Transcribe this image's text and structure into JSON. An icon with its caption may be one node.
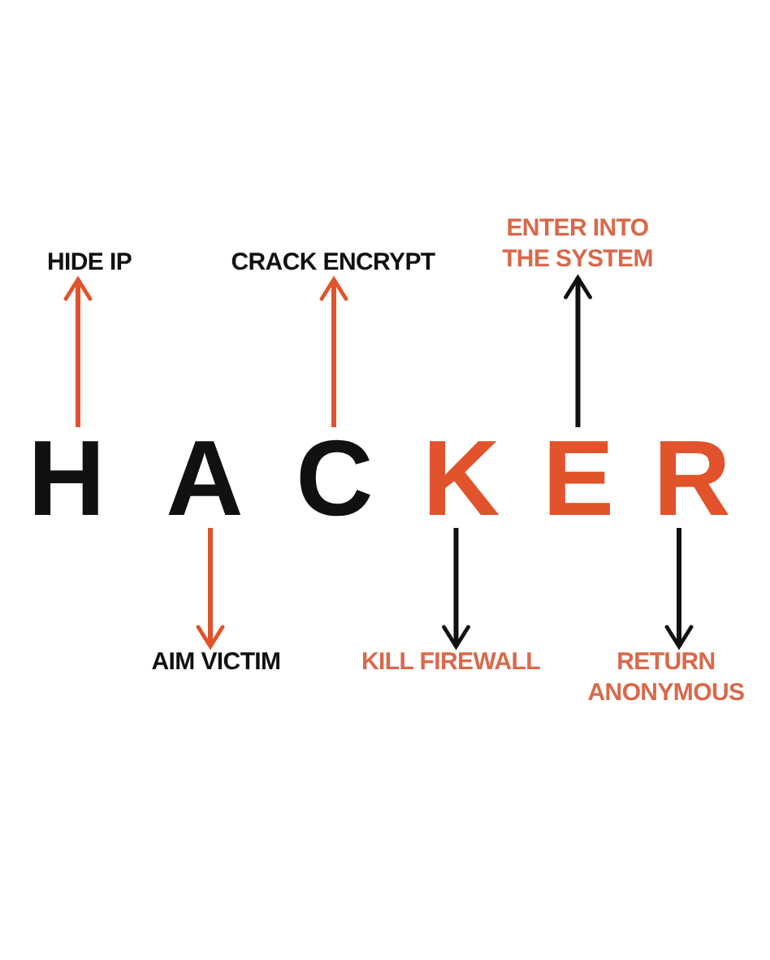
{
  "diagram": {
    "nodes": [
      {
        "text": [
          "HIDE IP"
        ]
      },
      {
        "text": [
          "CRACK ENCRYPT"
        ]
      },
      {
        "text": [
          "ENTER INTO THE SYSTEM"
        ]
      },
      {
        "text": [
          "H"
        ]
      },
      {
        "text": [
          "A"
        ]
      },
      {
        "text": [
          "C"
        ]
      },
      {
        "text": [
          "K"
        ]
      },
      {
        "text": [
          "E"
        ]
      },
      {
        "text": [
          "R"
        ]
      },
      {
        "text": [
          "AIM VICTIM"
        ]
      },
      {
        "text": [
          "KILL FIREWALL"
        ]
      },
      {
        "text": [
          "RETURN ANONYMOUS"
        ]
      }
    ],
    "edges": [
      {
        "from": 3,
        "to": 0,
        "arrow": "to",
        "color": "#e0532b"
      },
      {
        "from": 5,
        "to": 1,
        "arrow": "to",
        "color": "#e0532b"
      },
      {
        "from": 7,
        "to": 2,
        "arrow": "to",
        "color": "#111111"
      },
      {
        "from": 4,
        "to": 9,
        "arrow": "to",
        "color": "#e0532b"
      },
      {
        "from": 6,
        "to": 10,
        "arrow": "to",
        "color": "#111111"
      },
      {
        "from": 8,
        "to": 11,
        "arrow": "to",
        "color": "#111111"
      }
    ]
  }
}
